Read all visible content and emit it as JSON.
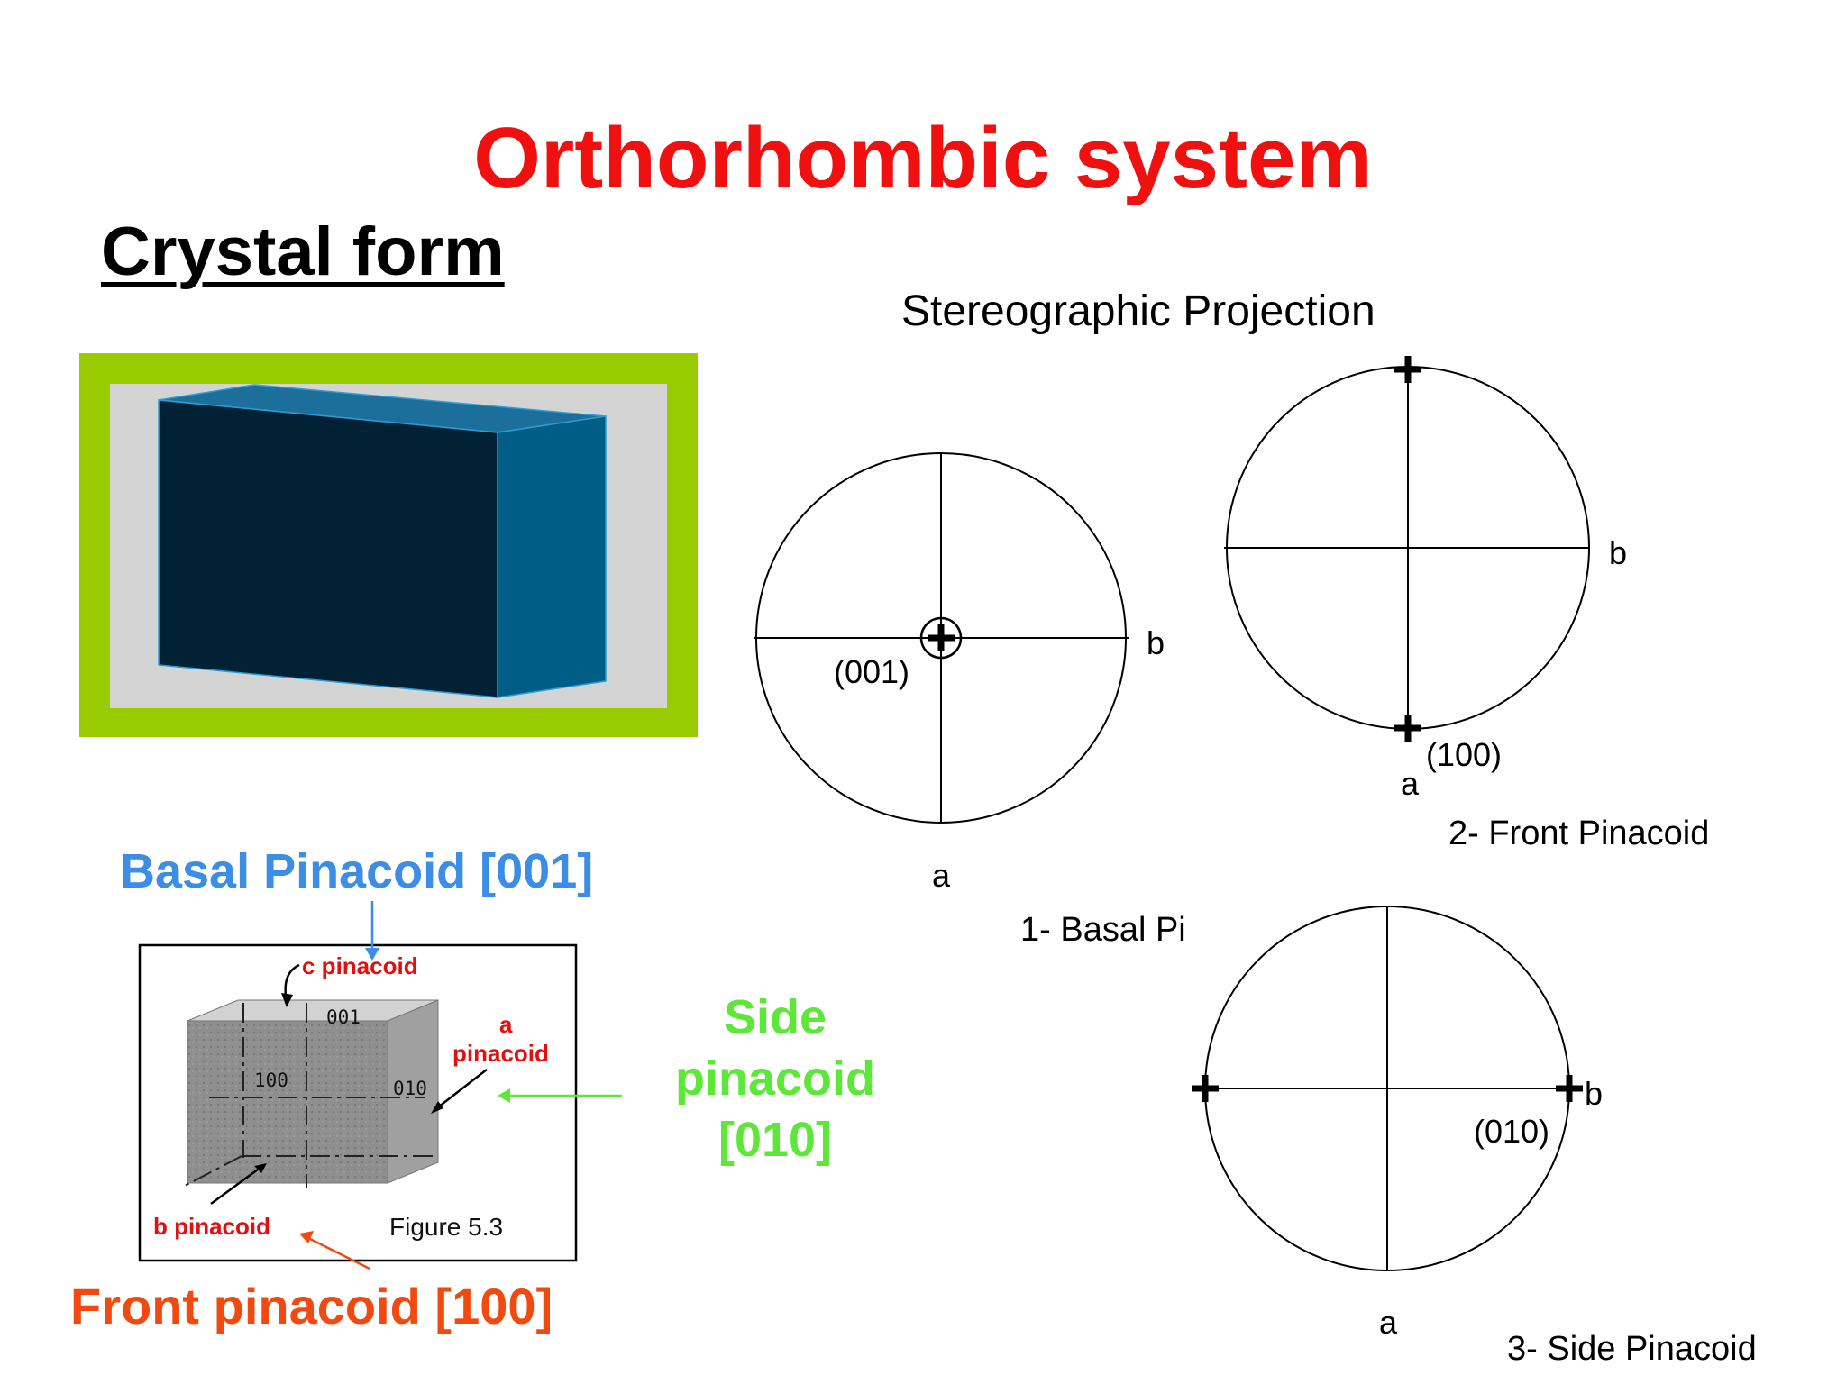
{
  "slide": {
    "title": "Orthorhombic system",
    "section_heading": "Crystal form"
  },
  "stereo": {
    "heading": "Stereographic Projection",
    "basal": {
      "face": "(001)",
      "axis_b": "b",
      "axis_a": "a",
      "caption": "1- Basal Pi"
    },
    "front": {
      "face": "(100)",
      "axis_b": "b",
      "axis_a": "a",
      "caption": "2- Front Pinacoid"
    },
    "side": {
      "face": "(010)",
      "axis_b": "b",
      "axis_a": "a",
      "caption": "3- Side Pinacoid"
    }
  },
  "labels": {
    "basal": "Basal Pinacoid [001]",
    "side": "Side pinacoid [010]",
    "front": "Front pinacoid [100]"
  },
  "figure": {
    "c_pinacoid": "c pinacoid",
    "a_label": "a",
    "a_pinacoid": "pinacoid",
    "b_pinacoid": "b pinacoid",
    "face_001": "001",
    "face_100": "100",
    "face_010": "010",
    "caption": "Figure 5.3"
  },
  "colors": {
    "title": "#f01010",
    "basal_label": "#3b8de6",
    "side_label": "#5de839",
    "front_label": "#f04a10",
    "frame_green": "#99cc00",
    "box_front": "#022135",
    "box_top": "#1c6f9a",
    "box_side": "#005d86"
  }
}
